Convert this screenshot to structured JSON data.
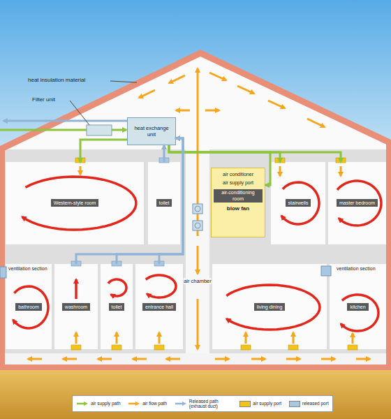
{
  "diagram": {
    "nodes": [
      {
        "text": [
          "heat exchange unit"
        ]
      },
      {
        "text": [
          "Western-style room"
        ]
      },
      {
        "text": [
          "toilet"
        ]
      },
      {
        "text": [
          "air conditioner",
          "air supply port",
          "air-conditioning room",
          "blow fan"
        ]
      },
      {
        "text": [
          "stairwells"
        ]
      },
      {
        "text": [
          "master bedroom"
        ]
      },
      {
        "text": [
          "bathroom"
        ]
      },
      {
        "text": [
          "washroom"
        ]
      },
      {
        "text": [
          "toilet"
        ]
      },
      {
        "text": [
          "entrance hall"
        ]
      },
      {
        "text": [
          "living dining"
        ]
      },
      {
        "text": [
          "kitchen"
        ]
      }
    ],
    "edges": [
      {
        "from": 0,
        "to": 1,
        "arrow": "to"
      },
      {
        "from": 0,
        "to": 4,
        "arrow": "to"
      },
      {
        "from": 0,
        "to": 5,
        "arrow": "to"
      },
      {
        "from": 0,
        "to": 3,
        "arrow": "to"
      },
      {
        "from": 2,
        "to": 0,
        "arrow": "to"
      },
      {
        "from": 7,
        "to": 0,
        "arrow": "to"
      },
      {
        "from": 8,
        "to": 0,
        "arrow": "to"
      },
      {
        "from": 9,
        "to": 0,
        "arrow": "to"
      }
    ],
    "labels": [
      "heat insulation material",
      "Filter unit",
      "ventilation section",
      "air chamber",
      "ventilation section"
    ],
    "legend": [
      {
        "text": "air supply path"
      },
      {
        "text": "air flow path"
      },
      {
        "text": "Released path (exhaust duct)"
      },
      {
        "text": "air supply port",
        "color": "#f2c31b"
      },
      {
        "text": "released port",
        "color": "#a9c7e0"
      }
    ]
  }
}
